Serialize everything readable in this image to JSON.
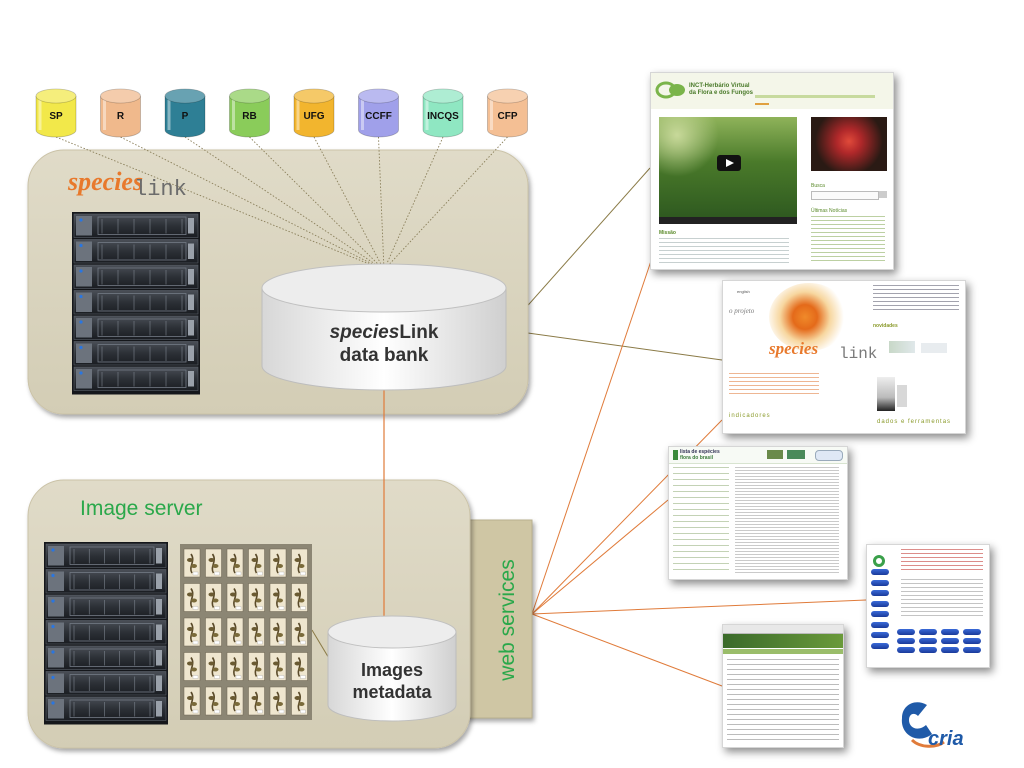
{
  "sources": [
    {
      "label": "SP",
      "color": "#f2e84a"
    },
    {
      "label": "R",
      "color": "#f0b98c"
    },
    {
      "label": "P",
      "color": "#2e7f95"
    },
    {
      "label": "RB",
      "color": "#8acc5a"
    },
    {
      "label": "UFG",
      "color": "#f2b52e"
    },
    {
      "label": "CCFF",
      "color": "#a0a0ea"
    },
    {
      "label": "INCQS",
      "color": "#8fe7c2"
    },
    {
      "label": "CFP",
      "color": "#f4bf94"
    }
  ],
  "specieslink_panel": {
    "logo_species": "species",
    "logo_link": "link",
    "db_label_italic": "species",
    "db_label_rest": "Link",
    "db_label_line2": "data bank"
  },
  "image_server_panel": {
    "title": "Image server",
    "db_line1": "Images",
    "db_line2": "metadata",
    "web_services": "web services"
  },
  "screens": {
    "inct": {
      "title_line1": "INCT-Herbário Virtual",
      "title_line2": "da Flora e dos Fungos",
      "sidebar_heading1": "Busca",
      "sidebar_heading2": "Últimas Notícias",
      "mission_heading": "Missão"
    },
    "specieslink_site": {
      "nav_label": "english",
      "o_projeto": "o projeto",
      "logo_species": "species",
      "logo_link": "link",
      "novidades": "novidades",
      "indicadores": "indicadores",
      "dados": "dados e ferramentas"
    },
    "flora": {
      "title_line1": "lista de espécies",
      "title_line2": "flora do brasil"
    }
  },
  "logo_cria": "cria",
  "colors": {
    "panel_fill": "#d8d2bc",
    "panel_edge": "#cbc3a8",
    "dot_line": "#8a7f5a",
    "orange_line": "#e07b3a",
    "olive_line": "#8a7a46",
    "image_server_green": "#2aa84a",
    "species_orange": "#e8792c",
    "cria_blue": "#1f5aa8"
  }
}
